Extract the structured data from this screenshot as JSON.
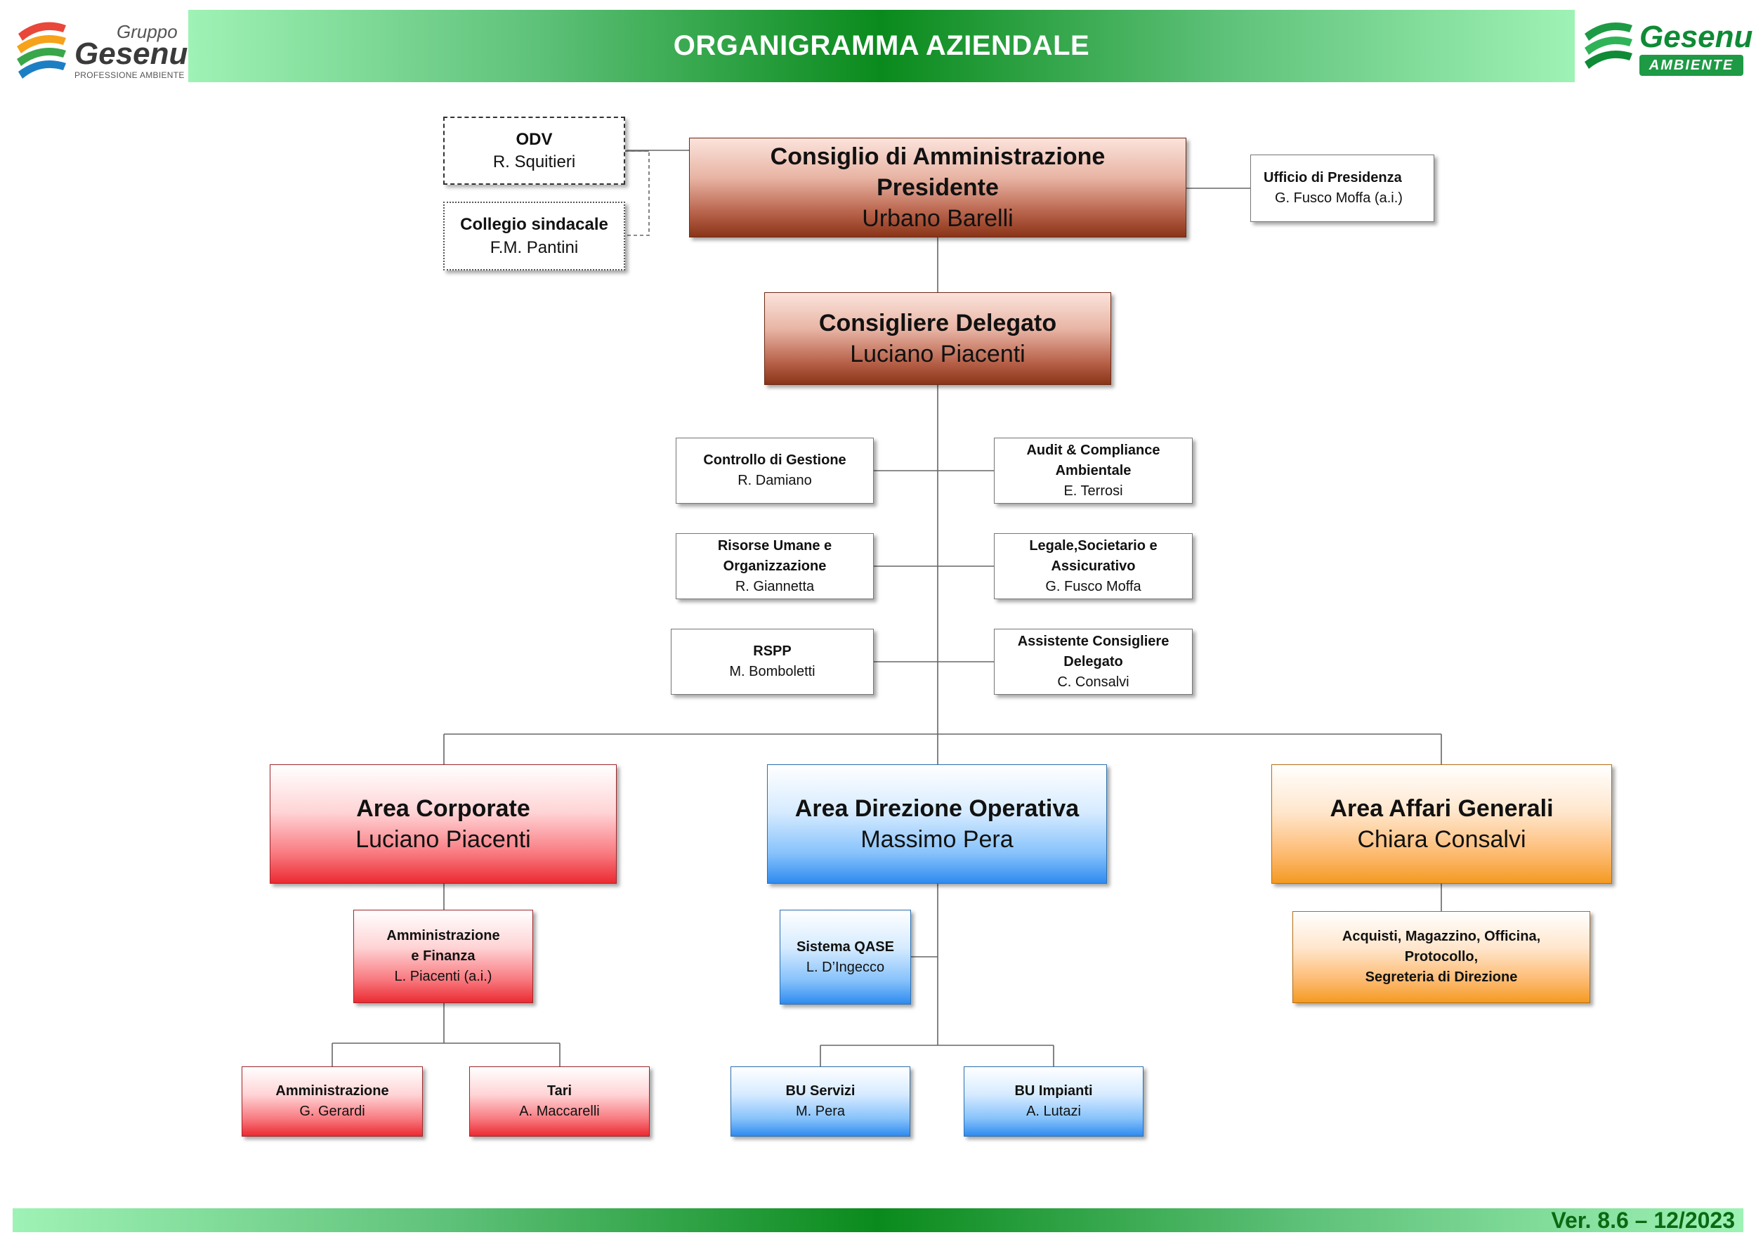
{
  "header": {
    "title": "ORGANIGRAMMA AZIENDALE"
  },
  "logo_left": {
    "top": "Gruppo",
    "name": "Gesenu",
    "tagline": "PROFESSIONE AMBIENTE"
  },
  "logo_right": {
    "name": "Gesenu",
    "badge": "AMBIENTE"
  },
  "footer": {
    "version": "Ver. 8.6 – 12/2023"
  },
  "colors": {
    "header_green": "#0a8a1c",
    "brown": "#8a3418",
    "red": "#ec2a32",
    "blue": "#2f8bf0",
    "orange": "#f49a22"
  },
  "boxes": {
    "odv": {
      "title": "ODV",
      "name": "R. Squitieri"
    },
    "collegio": {
      "title": "Collegio sindacale",
      "name": "F.M. Pantini"
    },
    "cda": {
      "title1": "Consiglio di Amministrazione",
      "title2": "Presidente",
      "name": "Urbano Barelli"
    },
    "presidenza": {
      "title": "Ufficio di Presidenza",
      "name": "G. Fusco Moffa (a.i.)"
    },
    "delegato": {
      "title": "Consigliere Delegato",
      "name": "Luciano Piacenti"
    },
    "controllo": {
      "title": "Controllo di Gestione",
      "name": "R. Damiano"
    },
    "audit": {
      "title1": "Audit & Compliance",
      "title2": "Ambientale",
      "name": "E. Terrosi"
    },
    "risorse": {
      "title1": "Risorse Umane e",
      "title2": "Organizzazione",
      "name": "R. Giannetta"
    },
    "legale": {
      "title1": "Legale,Societario e",
      "title2": "Assicurativo",
      "name": "G. Fusco Moffa"
    },
    "rspp": {
      "title": "RSPP",
      "name": "M. Bomboletti"
    },
    "assistente": {
      "title1": "Assistente Consigliere",
      "title2": "Delegato",
      "name": "C. Consalvi"
    },
    "area_corporate": {
      "title": "Area Corporate",
      "name": "Luciano Piacenti"
    },
    "area_operativa": {
      "title": "Area Direzione Operativa",
      "name": "Massimo Pera"
    },
    "area_affari": {
      "title": "Area Affari Generali",
      "name": "Chiara Consalvi"
    },
    "amm_finanza": {
      "title1": "Amministrazione",
      "title2": "e Finanza",
      "name": "L. Piacenti (a.i.)"
    },
    "qase": {
      "title": "Sistema QASE",
      "name": "L. D’Ingecco"
    },
    "acquisti": {
      "line1": "Acquisti, Magazzino, Officina,",
      "line2": "Protocollo,",
      "line3": "Segreteria di Direzione"
    },
    "amministrazione": {
      "title": "Amministrazione",
      "name": "G. Gerardi"
    },
    "tari": {
      "title": "Tari",
      "name": "A. Maccarelli"
    },
    "bu_servizi": {
      "title": "BU Servizi",
      "name": "M. Pera"
    },
    "bu_impianti": {
      "title": "BU Impianti",
      "name": "A. Lutazi"
    }
  }
}
